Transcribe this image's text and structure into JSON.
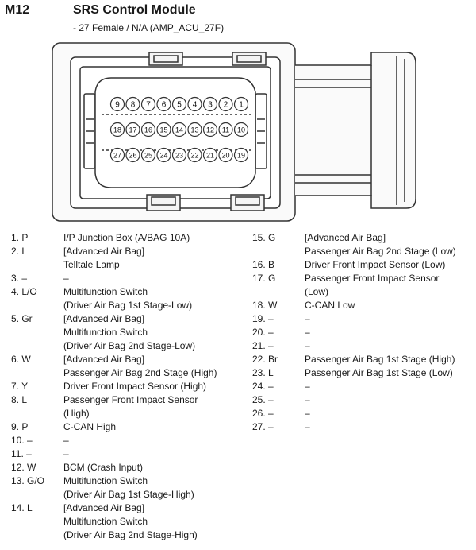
{
  "header": {
    "code": "M12",
    "title": "SRS Control Module",
    "subtitle": "- 27 Female / N/A (AMP_ACU_27F)"
  },
  "connector": {
    "rows": [
      [
        "9",
        "8",
        "7",
        "6",
        "5",
        "4",
        "3",
        "2",
        "1"
      ],
      [
        "18",
        "17",
        "16",
        "15",
        "14",
        "13",
        "12",
        "11",
        "10"
      ],
      [
        "27",
        "26",
        "25",
        "24",
        "23",
        "22",
        "21",
        "20",
        "19"
      ]
    ]
  },
  "pins_left": [
    {
      "num": "1. P",
      "lines": [
        "I/P Junction Box (A/BAG 10A)"
      ]
    },
    {
      "num": "2. L",
      "lines": [
        "[Advanced Air Bag]",
        "Telltale Lamp"
      ]
    },
    {
      "num": "3. –",
      "lines": [
        "–"
      ]
    },
    {
      "num": "4. L/O",
      "lines": [
        "Multifunction Switch",
        "(Driver Air Bag 1st Stage-Low)"
      ]
    },
    {
      "num": "5. Gr",
      "lines": [
        "[Advanced Air Bag]",
        "Multifunction Switch",
        "(Driver Air Bag 2nd Stage-Low)"
      ]
    },
    {
      "num": "6. W",
      "lines": [
        "[Advanced Air Bag]",
        "Passenger Air Bag 2nd Stage (High)"
      ]
    },
    {
      "num": "7. Y",
      "lines": [
        "Driver Front Impact Sensor (High)"
      ]
    },
    {
      "num": "8. L",
      "lines": [
        "Passenger Front Impact Sensor",
        "(High)"
      ]
    },
    {
      "num": "9. P",
      "lines": [
        "C-CAN High"
      ]
    },
    {
      "num": "10. –",
      "lines": [
        "–"
      ]
    },
    {
      "num": "11. –",
      "lines": [
        "–"
      ]
    },
    {
      "num": "12. W",
      "lines": [
        "BCM (Crash Input)"
      ]
    },
    {
      "num": "13. G/O",
      "lines": [
        "Multifunction Switch",
        "(Driver Air Bag 1st Stage-High)"
      ]
    },
    {
      "num": "14. L",
      "lines": [
        "[Advanced Air Bag]",
        "Multifunction Switch",
        "(Driver Air Bag 2nd Stage-High)"
      ]
    }
  ],
  "pins_right": [
    {
      "num": "15. G",
      "lines": [
        "[Advanced Air Bag]",
        "Passenger Air Bag 2nd Stage (Low)"
      ]
    },
    {
      "num": "16. B",
      "lines": [
        "Driver Front Impact Sensor (Low)"
      ]
    },
    {
      "num": "17. G",
      "lines": [
        "Passenger Front Impact Sensor",
        "(Low)"
      ]
    },
    {
      "num": "18. W",
      "lines": [
        "C-CAN Low"
      ]
    },
    {
      "num": "19. –",
      "lines": [
        "–"
      ]
    },
    {
      "num": "20. –",
      "lines": [
        "–"
      ]
    },
    {
      "num": "21. –",
      "lines": [
        "–"
      ]
    },
    {
      "num": "22. Br",
      "lines": [
        "Passenger Air Bag 1st Stage (High)"
      ]
    },
    {
      "num": "23. L",
      "lines": [
        "Passenger Air Bag 1st Stage (Low)"
      ]
    },
    {
      "num": "24. –",
      "lines": [
        "–"
      ]
    },
    {
      "num": "25. –",
      "lines": [
        "–"
      ]
    },
    {
      "num": "26. –",
      "lines": [
        "–"
      ]
    },
    {
      "num": "27. –",
      "lines": [
        "–"
      ]
    }
  ]
}
